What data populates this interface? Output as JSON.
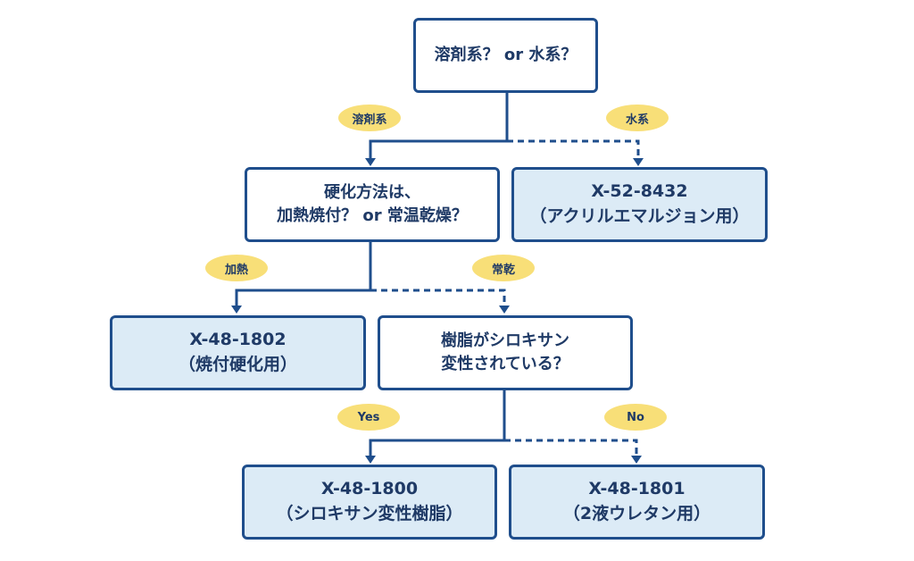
{
  "diagram": {
    "colors": {
      "border": "#1f4e8c",
      "text": "#1f3a66",
      "result_fill": "#dcebf6",
      "label_fill": "#f8df78",
      "connector": "#1f4e8c"
    },
    "q1": {
      "line1": "溶剤系？ or 水系？"
    },
    "q2": {
      "line1": "硬化方法は、",
      "line2": "加熱焼付？ or 常温乾燥？"
    },
    "q3": {
      "line1": "樹脂がシロキサン",
      "line2": "変性されている？"
    },
    "r_water": {
      "line1": "X-52-8432",
      "line2": "（アクリルエマルジョン用）"
    },
    "r_heat": {
      "line1": "X-48-1802",
      "line2": "（焼付硬化用）"
    },
    "r_yes": {
      "line1": "X-48-1800",
      "line2": "（シロキサン変性樹脂）"
    },
    "r_no": {
      "line1": "X-48-1801",
      "line2": "（2液ウレタン用）"
    },
    "labels": {
      "solvent": "溶剤系",
      "water": "水系",
      "heat": "加熱",
      "ambient": "常乾",
      "yes": "Yes",
      "no": "No"
    }
  }
}
